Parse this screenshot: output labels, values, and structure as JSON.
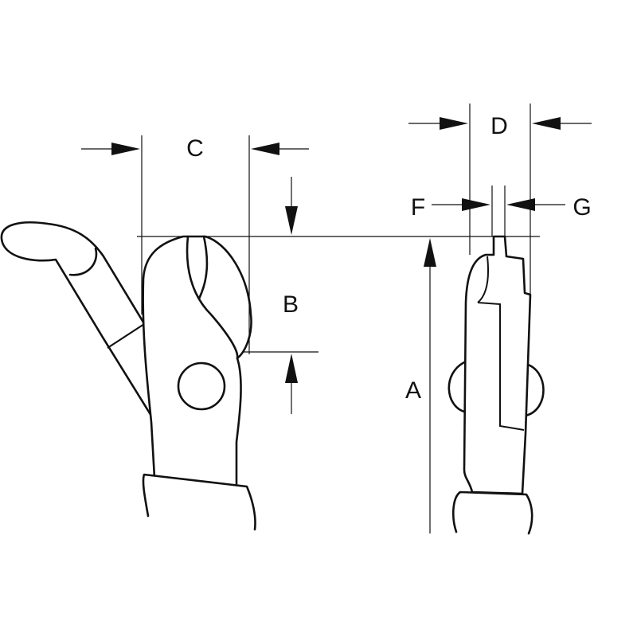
{
  "diagram": {
    "labels": {
      "A": "A",
      "B": "B",
      "C": "C",
      "D": "D",
      "F": "F",
      "G": "G"
    },
    "colors": {
      "line": "#111111",
      "background": "#ffffff"
    }
  }
}
